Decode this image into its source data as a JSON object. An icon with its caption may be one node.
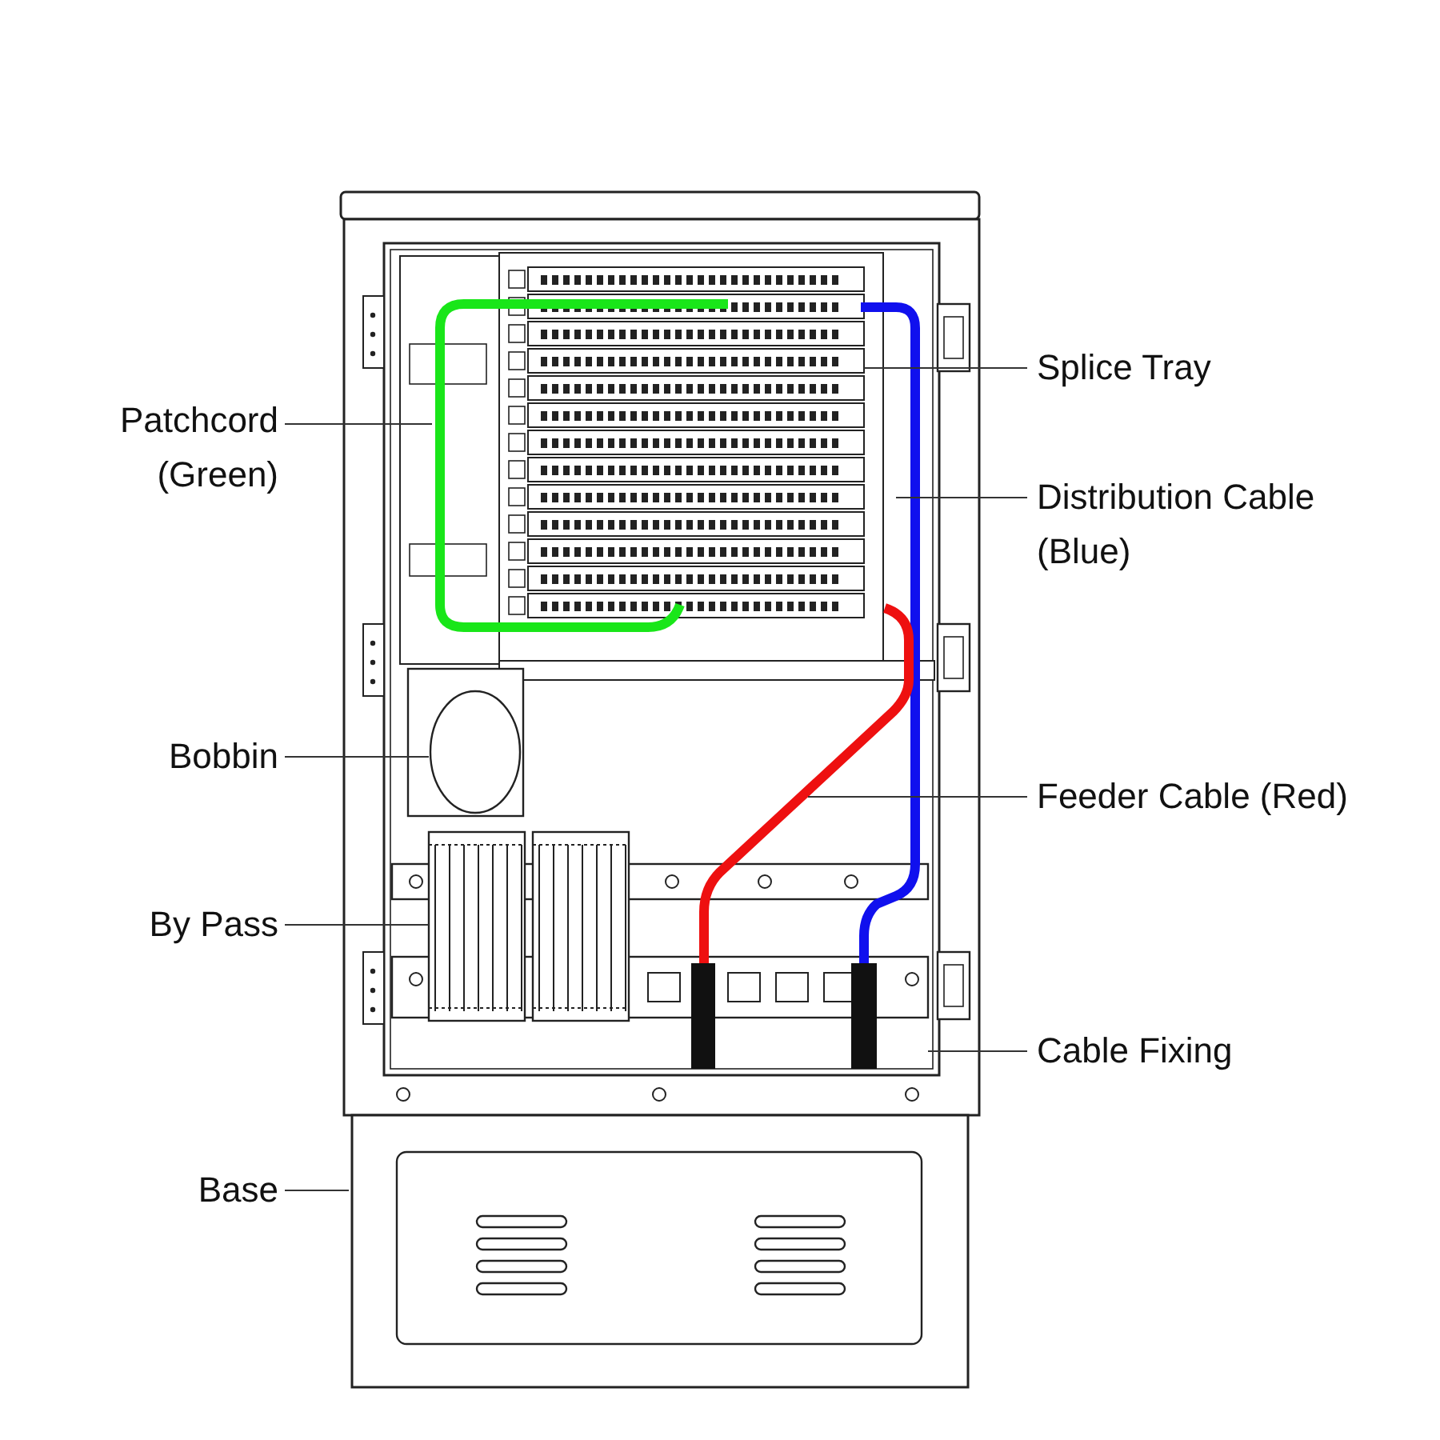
{
  "diagram": {
    "nodes": [
      {
        "text": [
          "Patchcord (Green)"
        ]
      },
      {
        "text": [
          "Bobbin"
        ]
      },
      {
        "text": [
          "By Pass"
        ]
      },
      {
        "text": [
          "Base"
        ]
      },
      {
        "text": [
          "Splice Tray"
        ]
      },
      {
        "text": [
          "Distribution Cable (Blue)"
        ]
      },
      {
        "text": [
          "Feeder Cable (Red)"
        ]
      },
      {
        "text": [
          "Cable Fixing"
        ]
      }
    ],
    "edges": [
      {
        "from": 0,
        "to": null,
        "arrow": "none"
      },
      {
        "from": 1,
        "to": null,
        "arrow": "none"
      },
      {
        "from": 2,
        "to": null,
        "arrow": "none"
      },
      {
        "from": 3,
        "to": null,
        "arrow": "none"
      },
      {
        "from": 4,
        "to": null,
        "arrow": "none"
      },
      {
        "from": 5,
        "to": null,
        "arrow": "none"
      },
      {
        "from": 6,
        "to": null,
        "arrow": "none"
      },
      {
        "from": 7,
        "to": null,
        "arrow": "none"
      }
    ]
  }
}
